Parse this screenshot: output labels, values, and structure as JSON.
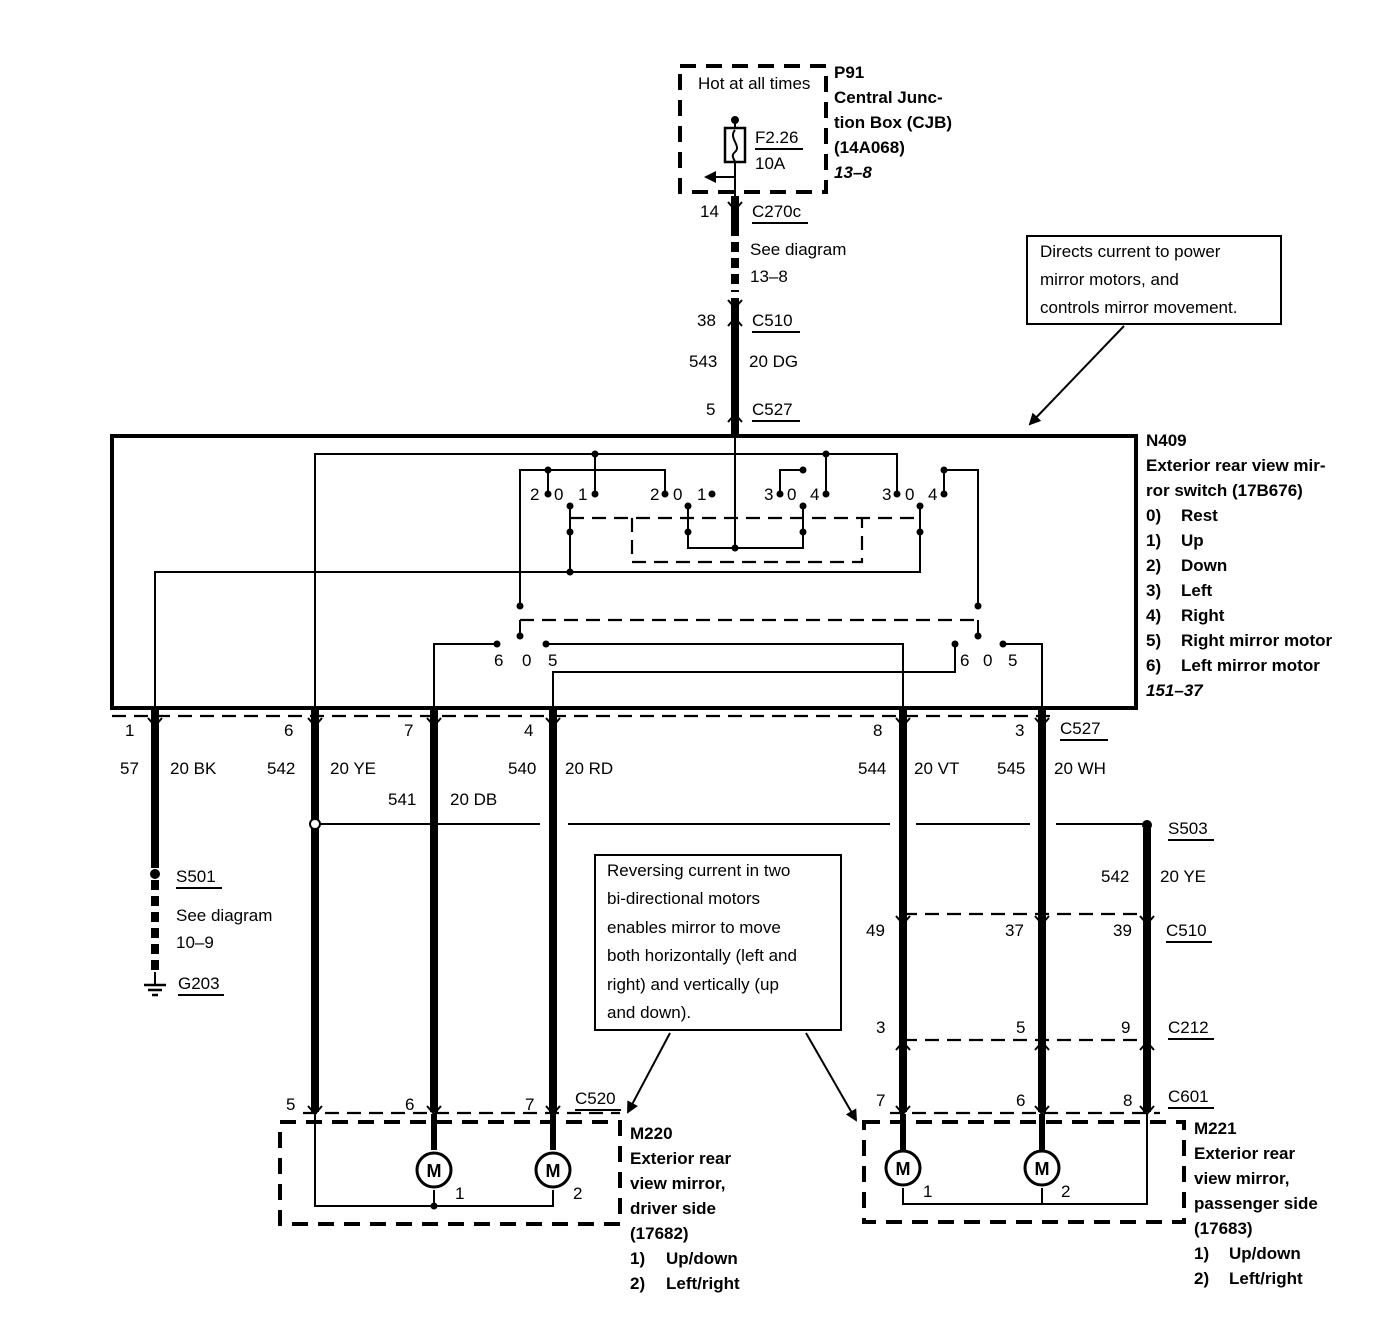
{
  "cjb": {
    "hot_label": "Hot at all times",
    "id": "P91",
    "name_l1": "Central Junc-",
    "name_l2": "tion Box (CJB)",
    "part": "(14A068)",
    "ref": "13–8",
    "fuse": "F2.26",
    "fuse_rating": "10A"
  },
  "feed": {
    "c270c_pin": "14",
    "c270c": "C270c",
    "see_l1": "See diagram",
    "see_l2": "13–8",
    "c510_pin": "38",
    "c510": "C510",
    "circuit": "543",
    "wire": "20 DG",
    "c527_pin": "5",
    "c527": "C527"
  },
  "callout_top": {
    "l1": "Directs current to power",
    "l2": "mirror motors, and",
    "l3": "controls mirror movement."
  },
  "switch": {
    "id": "N409",
    "name_l1": "Exterior rear view mir-",
    "name_l2": "ror switch (17B676)",
    "legend": [
      {
        "n": "0)",
        "t": "Rest"
      },
      {
        "n": "1)",
        "t": "Up"
      },
      {
        "n": "2)",
        "t": "Down"
      },
      {
        "n": "3)",
        "t": "Left"
      },
      {
        "n": "4)",
        "t": "Right"
      },
      {
        "n": "5)",
        "t": "Right mirror motor"
      },
      {
        "n": "6)",
        "t": "Left mirror motor"
      }
    ],
    "ref": "151–37",
    "contacts": {
      "c2": "2",
      "c0": "0",
      "c1": "1",
      "c3": "3",
      "c4": "4",
      "c6": "6",
      "c5": "5"
    }
  },
  "outputs": {
    "c527": "C527",
    "wires": [
      {
        "pin": "1",
        "circuit": "57",
        "color": "20 BK"
      },
      {
        "pin": "6",
        "circuit": "542",
        "color": "20 YE"
      },
      {
        "pin": "7",
        "circuit": "541",
        "color": "20 DB"
      },
      {
        "pin": "4",
        "circuit": "540",
        "color": "20 RD"
      },
      {
        "pin": "8",
        "circuit": "544",
        "color": "20 VT"
      },
      {
        "pin": "3",
        "circuit": "545",
        "color": "20 WH"
      }
    ]
  },
  "ground": {
    "s501": "S501",
    "see_l1": "See diagram",
    "see_l2": "10–9",
    "g203": "G203"
  },
  "s503": {
    "id": "S503",
    "circuit": "542",
    "color": "20 YE"
  },
  "callout_mid": {
    "l1": "Reversing current in two",
    "l2": "bi-directional motors",
    "l3": "enables mirror to move",
    "l4": "both horizontally (left and",
    "l5": "right) and vertically (up",
    "l6": "and down)."
  },
  "pass_connectors": {
    "c510": "C510",
    "c510_pins": [
      "49",
      "37",
      "39"
    ],
    "c212": "C212",
    "c212_pins": [
      "3",
      "5",
      "9"
    ],
    "c601": "C601",
    "c601_pins": [
      "7",
      "6",
      "8"
    ]
  },
  "driver_mirror": {
    "c520": "C520",
    "pins": [
      "5",
      "6",
      "7"
    ],
    "id": "M220",
    "name_l1": "Exterior rear",
    "name_l2": "view mirror,",
    "name_l3": "driver side",
    "part": "(17682)",
    "legend": [
      {
        "n": "1)",
        "t": "Up/down"
      },
      {
        "n": "2)",
        "t": "Left/right"
      }
    ],
    "motor_symbol": "M",
    "motor1": "1",
    "motor2": "2"
  },
  "pass_mirror": {
    "id": "M221",
    "name_l1": "Exterior rear",
    "name_l2": "view mirror,",
    "name_l3": "passenger side",
    "part": "(17683)",
    "legend": [
      {
        "n": "1)",
        "t": "Up/down"
      },
      {
        "n": "2)",
        "t": "Left/right"
      }
    ],
    "motor_symbol": "M",
    "motor1": "1",
    "motor2": "2"
  }
}
